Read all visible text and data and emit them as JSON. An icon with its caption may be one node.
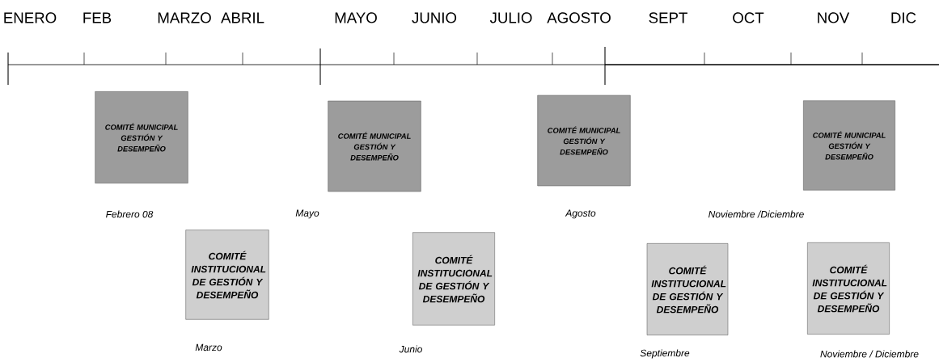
{
  "diagram": {
    "nodes": [
      {
        "text": [
          "COMITÉ MUNICIPAL GESTIÓN Y DESEMPEÑO"
        ],
        "beside": [
          "Febrero 08"
        ]
      },
      {
        "text": [
          "COMITÉ MUNICIPAL GESTIÓN Y DESEMPEÑO"
        ],
        "beside": [
          "Mayo"
        ]
      },
      {
        "text": [
          "COMITÉ MUNICIPAL GESTIÓN Y DESEMPEÑO"
        ],
        "beside": [
          "Agosto"
        ]
      },
      {
        "text": [
          "COMITÉ MUNICIPAL GESTIÓN Y DESEMPEÑO"
        ],
        "beside": [
          "Noviembre /Diciembre"
        ]
      },
      {
        "text": [
          "COMITÉ INSTITUCIONAL DE GESTIÓN Y DESEMPEÑO"
        ],
        "beside": [
          "Marzo"
        ]
      },
      {
        "text": [
          "COMITÉ INSTITUCIONAL DE GESTIÓN Y DESEMPEÑO"
        ],
        "beside": [
          "Junio"
        ]
      },
      {
        "text": [
          "COMITÉ INSTITUCIONAL DE GESTIÓN Y DESEMPEÑO"
        ],
        "beside": [
          "Septiembre"
        ]
      },
      {
        "text": [
          "COMITÉ INSTITUCIONAL DE GESTIÓN Y DESEMPEÑO"
        ],
        "beside": [
          "Noviembre / Diciembre"
        ]
      }
    ],
    "labels": [
      "ENERO",
      "FEB",
      "MARZO",
      "ABRIL",
      "MAYO",
      "JUNIO",
      "JULIO",
      "AGOSTO",
      "SEPT",
      "OCT",
      "NOV",
      "DIC"
    ]
  }
}
